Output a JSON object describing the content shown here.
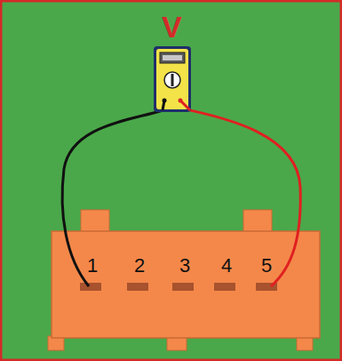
{
  "diagram": {
    "labels": [
      "V",
      "1",
      "2",
      "3",
      "4",
      "5"
    ]
  }
}
